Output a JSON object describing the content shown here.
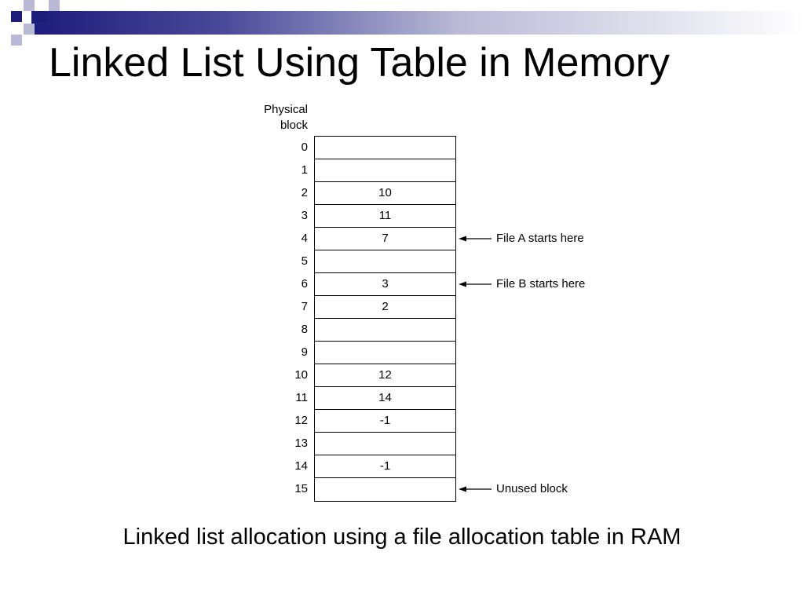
{
  "title": "Linked List Using Table in Memory",
  "figure": {
    "column_header_line1": "Physical",
    "column_header_line2": "block",
    "rows": [
      {
        "index": "0",
        "value": ""
      },
      {
        "index": "1",
        "value": ""
      },
      {
        "index": "2",
        "value": "10"
      },
      {
        "index": "3",
        "value": "11"
      },
      {
        "index": "4",
        "value": "7"
      },
      {
        "index": "5",
        "value": ""
      },
      {
        "index": "6",
        "value": "3"
      },
      {
        "index": "7",
        "value": "2"
      },
      {
        "index": "8",
        "value": ""
      },
      {
        "index": "9",
        "value": ""
      },
      {
        "index": "10",
        "value": "12"
      },
      {
        "index": "11",
        "value": "14"
      },
      {
        "index": "12",
        "value": "-1"
      },
      {
        "index": "13",
        "value": ""
      },
      {
        "index": "14",
        "value": "-1"
      },
      {
        "index": "15",
        "value": ""
      }
    ],
    "annotations": [
      {
        "row": 4,
        "label": "File A starts here"
      },
      {
        "row": 6,
        "label": "File B starts here"
      },
      {
        "row": 15,
        "label": "Unused block"
      }
    ]
  },
  "caption": "Linked list allocation using a file allocation table in RAM",
  "colors": {
    "deco_dark": "#1c1c7a",
    "deco_light": "#b9b9d6"
  }
}
